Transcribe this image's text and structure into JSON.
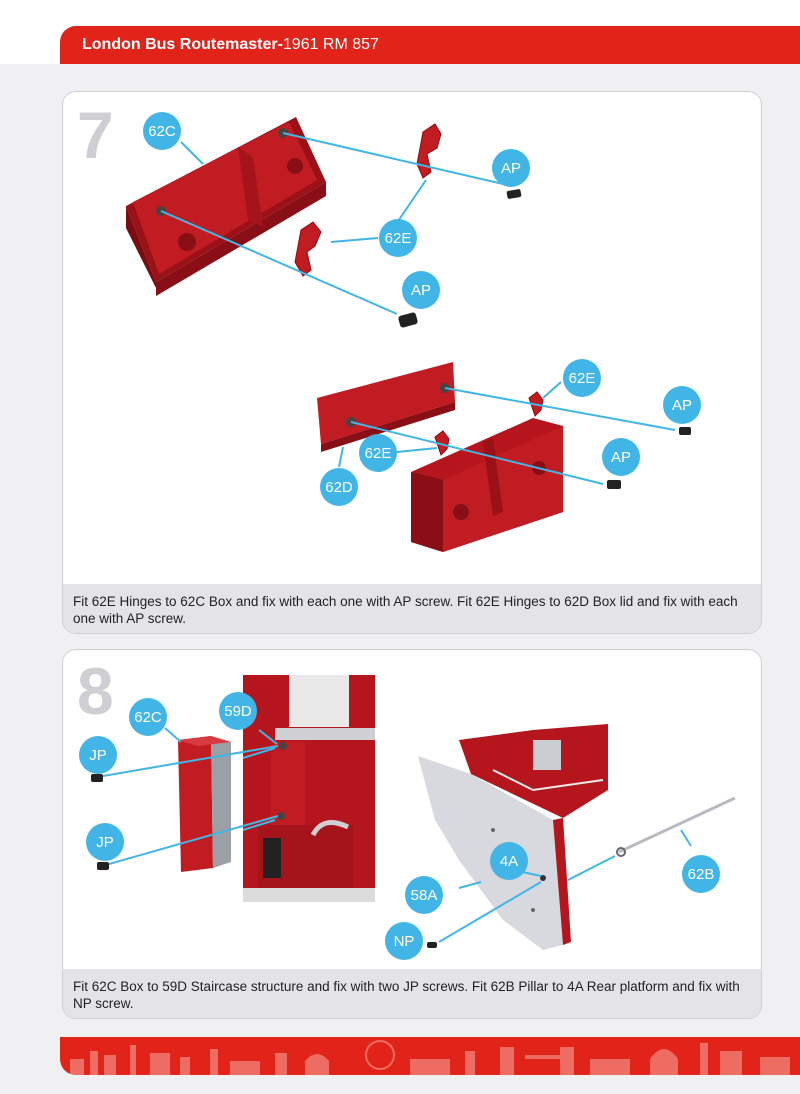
{
  "header": {
    "title_bold": "London Bus Routemaster-",
    "title_rest": "1961 RM 857"
  },
  "steps": [
    {
      "number": "7",
      "labels": {
        "l62c": "62C",
        "ap1": "AP",
        "e1": "62E",
        "ap2": "AP",
        "e2": "62E",
        "ap3": "AP",
        "e3": "62E",
        "ap4": "AP",
        "d": "62D"
      },
      "caption": "Fit 62E Hinges to 62C Box and fix with each one with AP screw. Fit 62E Hinges to 62D Box lid and fix with each one with AP screw."
    },
    {
      "number": "8",
      "labels": {
        "l62c": "62C",
        "l59d": "59D",
        "jp1": "JP",
        "jp2": "JP",
        "a4": "4A",
        "a58": "58A",
        "b62": "62B",
        "np": "NP"
      },
      "caption": "Fit 62C Box to 59D Staircase structure and fix with two JP screws. Fit 62B Pillar to 4A Rear platform and fix with NP screw."
    }
  ],
  "colors": {
    "brand_red": "#e2231a",
    "part_red": "#b5161d",
    "label_blue": "#41b6e6",
    "step_gray": "#cfcfd3"
  }
}
